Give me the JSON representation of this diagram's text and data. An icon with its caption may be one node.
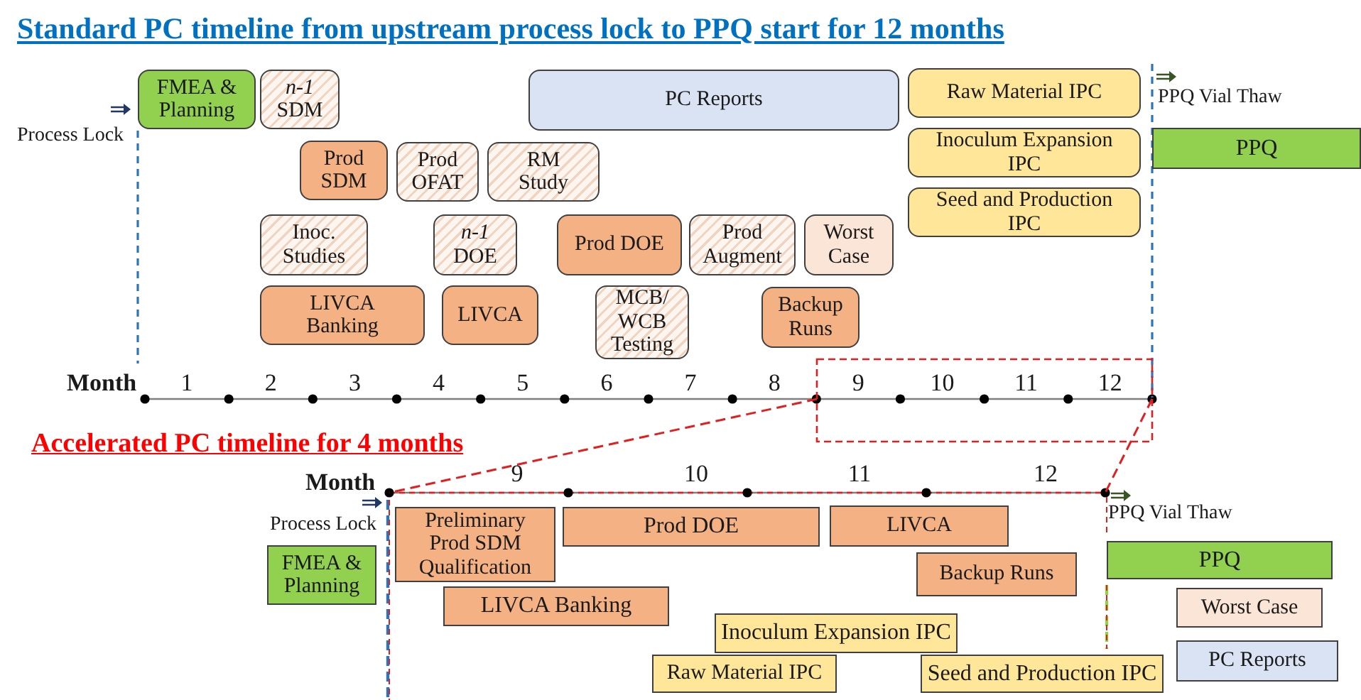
{
  "diagram": {
    "title": "Standard PC timeline from upstream process lock to PPQ start for 12 months",
    "nodes": [
      {
        "text": [
          "FMEA & Planning"
        ]
      },
      {
        "text": [
          "*n-1* SDM"
        ]
      },
      {
        "text": [
          "PC Reports"
        ]
      },
      {
        "text": [
          "Raw Material IPC"
        ]
      },
      {
        "text": [
          "Inoculum Expansion IPC"
        ]
      },
      {
        "text": [
          "Seed and Production IPC"
        ]
      },
      {
        "text": [
          "PPQ"
        ]
      },
      {
        "text": [
          "Prod SDM"
        ]
      },
      {
        "text": [
          "Prod OFAT"
        ]
      },
      {
        "text": [
          "RM Study"
        ]
      },
      {
        "text": [
          "Inoc. Studies"
        ]
      },
      {
        "text": [
          "*n-1* DOE"
        ]
      },
      {
        "text": [
          "Prod DOE"
        ]
      },
      {
        "text": [
          "Prod Augment"
        ]
      },
      {
        "text": [
          "Worst Case"
        ]
      },
      {
        "text": [
          "LIVCA Banking"
        ]
      },
      {
        "text": [
          "LIVCA"
        ]
      },
      {
        "text": [
          "MCB/ WCB Testing"
        ]
      },
      {
        "text": [
          "Backup Runs"
        ]
      },
      {
        "text": [
          "FMEA & Planning"
        ]
      },
      {
        "text": [
          "Preliminary Prod SDM Qualification"
        ]
      },
      {
        "text": [
          "Prod DOE"
        ]
      },
      {
        "text": [
          "LIVCA"
        ]
      },
      {
        "text": [
          "LIVCA Banking"
        ]
      },
      {
        "text": [
          "Backup Runs"
        ]
      },
      {
        "text": [
          "PPQ"
        ]
      },
      {
        "text": [
          "Worst Case"
        ]
      },
      {
        "text": [
          "Inoculum Expansion  IPC"
        ]
      },
      {
        "text": [
          "Raw Material IPC"
        ]
      },
      {
        "text": [
          "Seed and Production IPC"
        ]
      },
      {
        "text": [
          "PC Reports"
        ]
      }
    ],
    "labels": [
      "Process Lock",
      "PPQ Vial Thaw",
      "Month",
      "1",
      "2",
      "3",
      "4",
      "5",
      "6",
      "7",
      "8",
      "9",
      "10",
      "11",
      "12",
      "Accelerated PC timeline for 4 months",
      "Month",
      "9",
      "10",
      "11",
      "12",
      "Process Lock",
      "PPQ Vial Thaw"
    ]
  }
}
